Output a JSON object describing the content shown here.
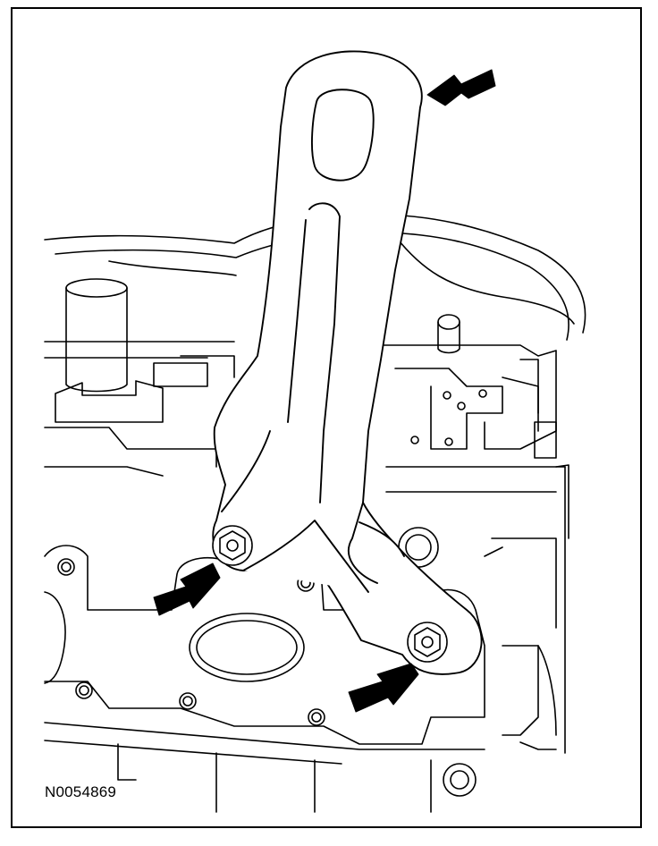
{
  "figure": {
    "id_label": "N0054869",
    "line_color": "#000000",
    "background": "#ffffff",
    "callouts": [
      "lifting-eye-arrow",
      "upper-bolt-arrow",
      "lower-bolt-arrow"
    ],
    "components": [
      "engine-lifting-eye",
      "cylinder-head",
      "upper-bolt",
      "lower-bolt"
    ]
  }
}
